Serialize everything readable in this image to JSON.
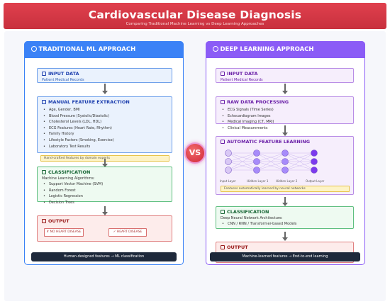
{
  "header": {
    "title": "Cardiovascular Disease Diagnosis",
    "subtitle": "Comparing Traditional Machine Learning vs Deep Learning Approaches"
  },
  "vs_label": "VS",
  "traditional": {
    "title": "TRADITIONAL ML APPROACH",
    "input": {
      "title": "INPUT DATA",
      "desc": "Patient Medical Records"
    },
    "features": {
      "title": "MANUAL FEATURE EXTRACTION",
      "items": [
        "Age, Gender, BMI",
        "Blood Pressure (Systolic/Diastolic)",
        "Cholesterol Levels (LDL, HDL)",
        "ECG Features (Heart Rate, Rhythm)",
        "Family History",
        "Lifestyle Factors (Smoking, Exercise)",
        "Laboratory Test Results"
      ],
      "note": "Hand-crafted features by domain experts"
    },
    "classification": {
      "title": "CLASSIFICATION",
      "desc": "Machine Learning Algorithms:",
      "items": [
        "Support Vector Machine (SVM)",
        "Random Forest",
        "Logistic Regression",
        "Decision Trees"
      ]
    },
    "output": {
      "title": "OUTPUT",
      "options": [
        "✗ NO HEART DISEASE",
        "✓ HEART DISEASE"
      ]
    },
    "footer": "Human-designed features → ML classification"
  },
  "deep": {
    "title": "DEEP LEARNING APPROACH",
    "input": {
      "title": "INPUT DATA",
      "desc": "Patient Medical Records"
    },
    "raw": {
      "title": "RAW DATA PROCESSING",
      "items": [
        "ECG Signals (Time Series)",
        "Echocardiogram Images",
        "Medical Imaging (CT, MRI)",
        "Clinical Measurements"
      ]
    },
    "auto": {
      "title": "AUTOMATIC FEATURE LEARNING",
      "layers": [
        "Input Layer",
        "Hidden Layer 1",
        "Hidden Layer 2",
        "Output Layer"
      ],
      "note": "Features automatically learned by neural networks"
    },
    "classification": {
      "title": "CLASSIFICATION",
      "desc": "Deep Neural Network Architecture:",
      "items": [
        "CNN / RNN / Transformer-based Models"
      ]
    },
    "output": {
      "title": "OUTPUT"
    },
    "footer": "Machine-learned features → End-to-end learning"
  },
  "colors": {
    "header": "#d63643",
    "traditional_accent": "#3b82f6",
    "deep_accent": "#8b5cf6",
    "footer": "#1e293b",
    "neuron_input": "#d9c8f5",
    "neuron_hidden": "#a78bfa",
    "neuron_output": "#7c3aed"
  },
  "icons": {
    "traditional_title": "gear-icon",
    "deep_title": "brain-icon",
    "section": "section-icon"
  }
}
